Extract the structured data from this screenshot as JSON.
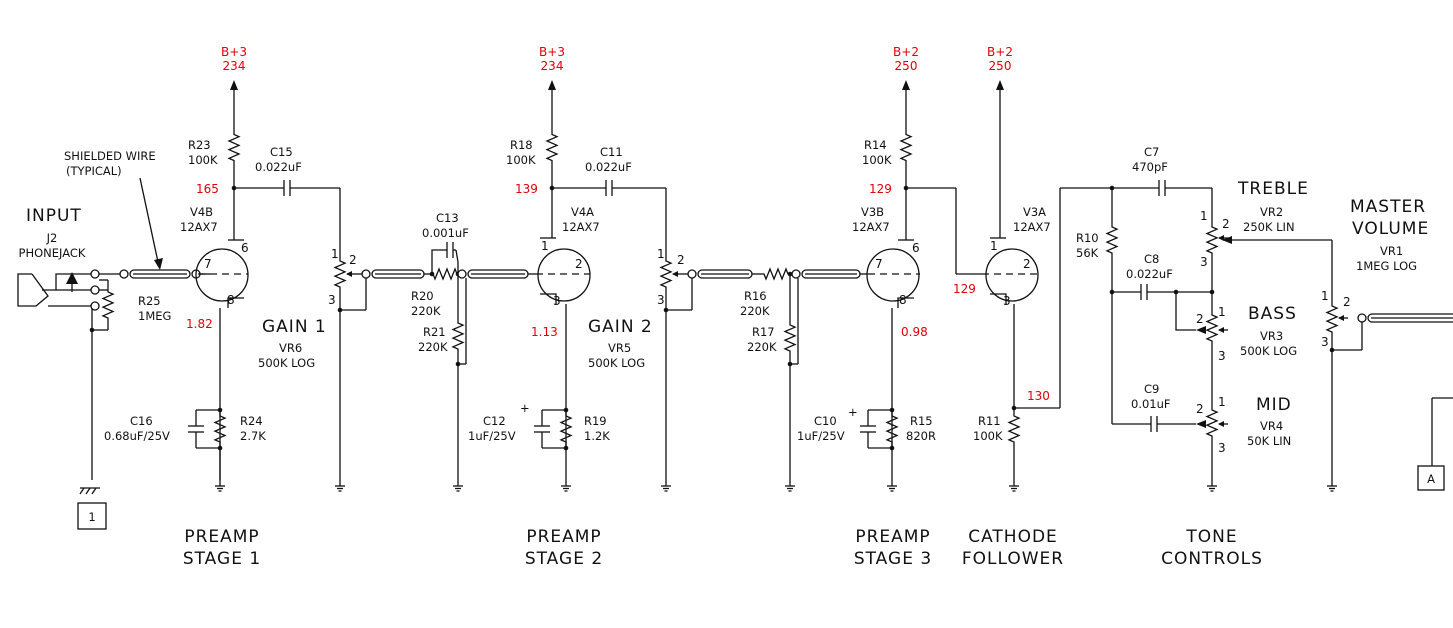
{
  "supply_labels": [
    "B+3",
    "234",
    "B+3",
    "234",
    "B+2",
    "250",
    "B+2",
    "250"
  ],
  "voltages": [
    "165",
    "1.82",
    "139",
    "1.13",
    "129",
    "129",
    "0.98",
    "130"
  ],
  "input": {
    "title": "INPUT",
    "jack_ref": "J2",
    "jack_name": "PHONEJACK",
    "resistor_ref": "R25",
    "resistor_value": "1MEG"
  },
  "shielded_note": [
    "SHIELDED WIRE",
    "(TYPICAL)"
  ],
  "ground_ref": "1",
  "offpage_ref": "A",
  "components": [
    {
      "ref": "R23",
      "value": "100K"
    },
    {
      "ref": "C15",
      "value": "0.022uF"
    },
    {
      "ref": "V4B",
      "value": "12AX7"
    },
    {
      "ref": "C16",
      "value": "0.68uF/25V"
    },
    {
      "ref": "R24",
      "value": "2.7K"
    },
    {
      "ref": "VR6",
      "value": "500K LOG"
    },
    {
      "ref": "C13",
      "value": "0.001uF"
    },
    {
      "ref": "R20",
      "value": "220K"
    },
    {
      "ref": "R21",
      "value": "220K"
    },
    {
      "ref": "R18",
      "value": "100K"
    },
    {
      "ref": "C11",
      "value": "0.022uF"
    },
    {
      "ref": "V4A",
      "value": "12AX7"
    },
    {
      "ref": "C12",
      "value": "1uF/25V"
    },
    {
      "ref": "R19",
      "value": "1.2K"
    },
    {
      "ref": "VR5",
      "value": "500K LOG"
    },
    {
      "ref": "R16",
      "value": "220K"
    },
    {
      "ref": "R17",
      "value": "220K"
    },
    {
      "ref": "R14",
      "value": "100K"
    },
    {
      "ref": "V3B",
      "value": "12AX7"
    },
    {
      "ref": "C10",
      "value": "1uF/25V"
    },
    {
      "ref": "R15",
      "value": "820R"
    },
    {
      "ref": "V3A",
      "value": "12AX7"
    },
    {
      "ref": "R11",
      "value": "100K"
    },
    {
      "ref": "C7",
      "value": "470pF"
    },
    {
      "ref": "R10",
      "value": "56K"
    },
    {
      "ref": "C8",
      "value": "0.022uF"
    },
    {
      "ref": "C9",
      "value": "0.01uF"
    },
    {
      "ref": "VR2",
      "value": "250K LIN"
    },
    {
      "ref": "VR3",
      "value": "500K LOG"
    },
    {
      "ref": "VR4",
      "value": "50K LIN"
    },
    {
      "ref": "VR1",
      "value": "1MEG LOG"
    }
  ],
  "control_names": [
    "GAIN 1",
    "GAIN 2",
    "TREBLE",
    "BASS",
    "MID",
    "MASTER",
    "VOLUME"
  ],
  "pins": [
    "6",
    "7",
    "8",
    "1",
    "2",
    "3"
  ],
  "plus_sign": "+",
  "stage_titles": [
    [
      "PREAMP",
      "STAGE 1"
    ],
    [
      "PREAMP",
      "STAGE 2"
    ],
    [
      "PREAMP",
      "STAGE 3"
    ],
    [
      "CATHODE",
      "FOLLOWER"
    ],
    [
      "TONE",
      "CONTROLS"
    ]
  ]
}
